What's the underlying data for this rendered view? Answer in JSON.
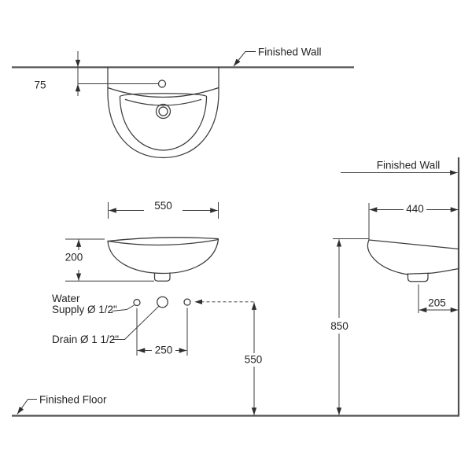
{
  "labels": {
    "finished_wall_top": "Finished Wall",
    "finished_wall_side": "Finished Wall",
    "finished_floor": "Finished Floor",
    "water_supply_line1": "Water",
    "water_supply_line2": "Supply Ø 1/2\"",
    "drain": "Drain Ø 1 1/2\""
  },
  "dimensions": {
    "faucet_to_wall": "75",
    "basin_width": "550",
    "basin_front_height": "200",
    "supply_spacing": "250",
    "outlet_height_from_floor": "550",
    "rim_height_from_floor": "850",
    "basin_depth_from_wall": "440",
    "trap_offset_from_wall": "205"
  },
  "colors": {
    "line": "#3c3c3c",
    "heavy_line": "#4f4f4f",
    "background": "#ffffff"
  }
}
